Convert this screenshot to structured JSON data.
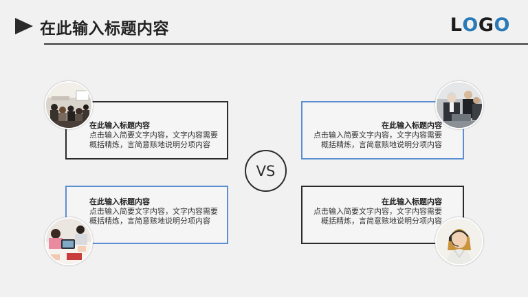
{
  "header": {
    "title": "在此输入标题内容",
    "logo": {
      "letters": [
        "L",
        "O",
        "G",
        "O"
      ],
      "colors": [
        "#1b1b1b",
        "#2a7ab8",
        "#1b1b1b",
        "#2a7ab8"
      ]
    }
  },
  "vs_label": "VS",
  "cards": [
    {
      "title": "在此输入标题内容",
      "line1": "点击输入简要文字内容，文字内容需要",
      "line2": "概括精炼，言简意赅地说明分项内容",
      "border_color": "#2b2b2b",
      "photo": "meeting-presentation-photo"
    },
    {
      "title": "在此输入标题内容",
      "line1": "点击输入简要文字内容，文字内容需要",
      "line2": "概括精炼，言简意赅地说明分项内容",
      "border_color": "#5b8fd1",
      "photo": "business-team-photo"
    },
    {
      "title": "在此输入标题内容",
      "line1": "点击输入简要文字内容，文字内容需要",
      "line2": "概括精炼，言简意赅地说明分项内容",
      "border_color": "#5b8fd1",
      "photo": "tablet-collaboration-photo"
    },
    {
      "title": "在此输入标题内容",
      "line1": "点击输入简要文字内容，文字内容需要",
      "line2": "概括精炼，言简意赅地说明分项内容",
      "border_color": "#2b2b2b",
      "photo": "headset-agent-photo"
    }
  ]
}
